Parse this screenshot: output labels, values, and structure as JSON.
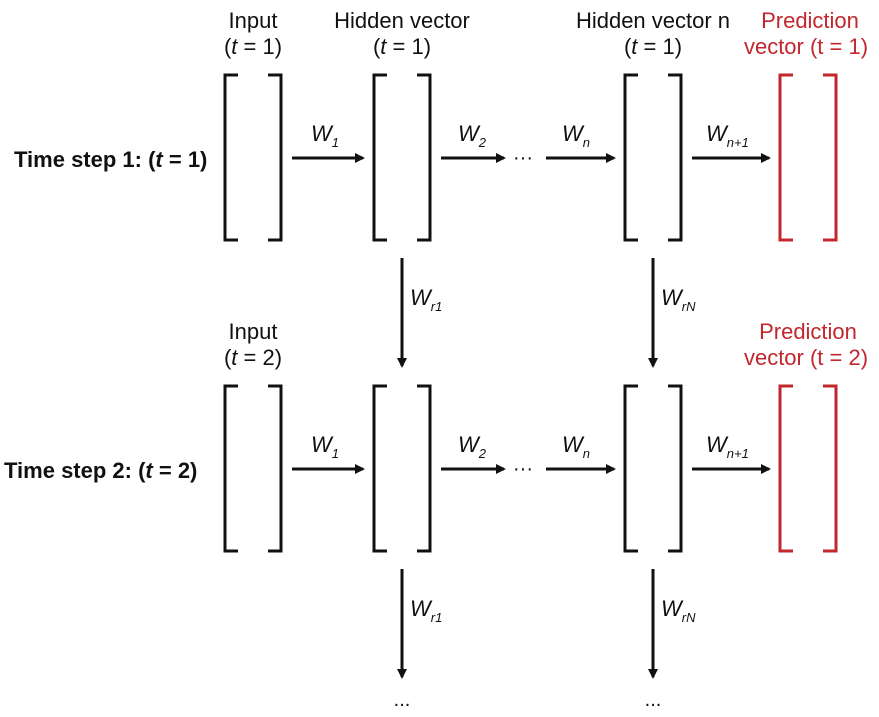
{
  "headers": {
    "input_t1": {
      "line1": "Input",
      "line2_pre": "(",
      "t": "t",
      "line2_post": " = 1)"
    },
    "hidden_t1": {
      "line1": "Hidden vector",
      "line2_pre": "(",
      "t": "t",
      "line2_post": " = 1)"
    },
    "hiddenn_t1": {
      "line1": "Hidden vector n",
      "line2_pre": "(",
      "t": "t",
      "line2_post": " = 1)"
    },
    "pred_t1": {
      "line1": "Prediction",
      "line2": "vector (t = 1)"
    },
    "input_t2": {
      "line1": "Input",
      "line2_pre": "(",
      "t": "t",
      "line2_post": " = 2)"
    },
    "pred_t2": {
      "line1": "Prediction",
      "line2": "vector (t = 2)"
    }
  },
  "rows": {
    "step1": {
      "pre": "Time step 1: (",
      "t": "t",
      "post": " = 1)"
    },
    "step2": {
      "pre": "Time step 2: (",
      "t": "t",
      "post": " = 2)"
    }
  },
  "weights": {
    "w": "W",
    "sub_1": "1",
    "sub_2": "2",
    "sub_n": "n",
    "sub_n1": "n+1",
    "sub_r1": "r1",
    "sub_rN": "rN"
  },
  "ellipsis": "···",
  "bottom_ellipsis": "...",
  "colors": {
    "ink": "#111111",
    "prediction": "#c1272d"
  }
}
